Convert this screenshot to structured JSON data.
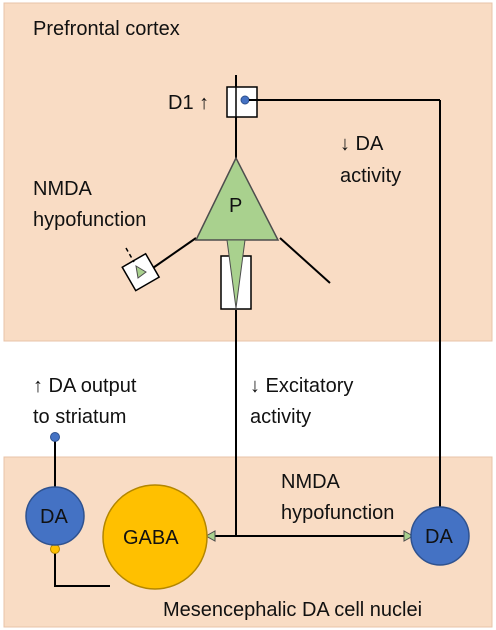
{
  "regions": {
    "top": {
      "label": "Prefrontal cortex"
    },
    "bottom": {
      "label": "Mesencephalic DA cell nuclei"
    }
  },
  "labels": {
    "d1": "D1 ↑",
    "da_activity": [
      "↓ DA",
      "activity"
    ],
    "nmda_top": [
      "NMDA",
      "hypofunction"
    ],
    "da_output": [
      "↑ DA output",
      "to striatum"
    ],
    "excitatory": [
      "↓ Excitatory",
      "activity"
    ],
    "nmda_bottom": [
      "NMDA",
      "hypofunction"
    ]
  },
  "cells": {
    "pyramidal": "P",
    "gaba": "GABA",
    "da_left": "DA",
    "da_right": "DA"
  },
  "colors": {
    "region_fill": "#f9dcc4",
    "region_stroke": "#e8c3a8",
    "pyramidal_fill": "#a9d18e",
    "gaba_fill": "#ffc000",
    "da_fill": "#4472c4",
    "terminal_blue": "#4472c4",
    "terminal_yellow": "#ffc000",
    "line": "#000000"
  }
}
